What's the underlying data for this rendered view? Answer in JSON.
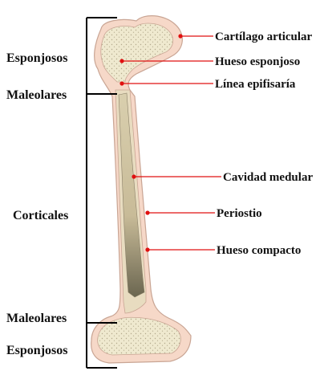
{
  "left_labels": [
    "Esponjosos",
    "Maleolares",
    "Corticales",
    "Maleolares",
    "Esponjosos"
  ],
  "right_labels": [
    "Cartílago articular",
    "Hueso esponjoso",
    "Línea epifisaría",
    "Cavidad medular",
    "Periostio",
    "Hueso compacto"
  ],
  "colors": {
    "periosteum": "#f6d8c8",
    "periosteum_stroke": "#c9a594",
    "spongy": "#efe9cf",
    "spongy_dots": "#b3a98c",
    "compact": "#e8dcc0",
    "medullary": "#cfc2a0",
    "medullary_dark": "#6b6650",
    "pointer": "#e01010",
    "bracket": "#000000"
  }
}
